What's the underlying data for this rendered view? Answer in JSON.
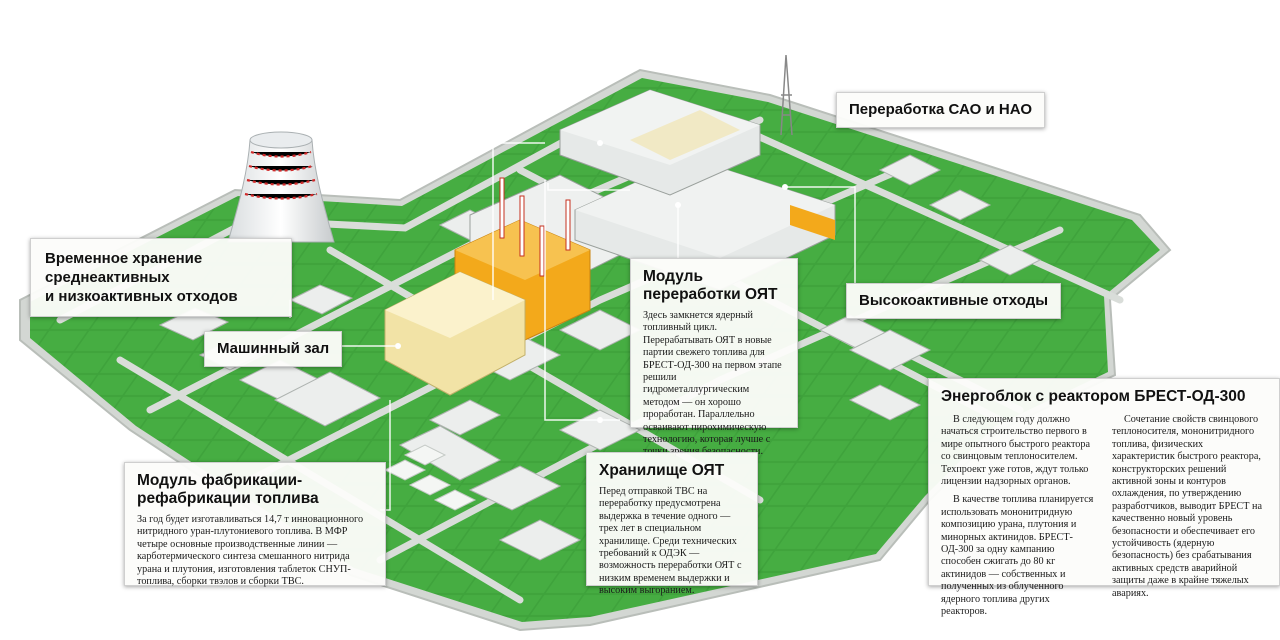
{
  "colors": {
    "grass": "#3fa33c",
    "grass_dark": "#2f8a2e",
    "road": "#c9cdc9",
    "building": "#e9ecea",
    "reactor_orange": "#f3a91b",
    "yellow_block": "#f2e3a6",
    "panel_bg": "#fcfcfa"
  },
  "labels": {
    "sao_nao": "Переработка САО и НАО",
    "temp_storage_1": "Временное хранение",
    "temp_storage_2": "среднеактивных",
    "temp_storage_3": "и низкоактивных отходов",
    "turbine_hall": "Машинный зал",
    "high_level_waste": "Высокоактивные отходы"
  },
  "module_reprocessing": {
    "title_1": "Модуль",
    "title_2": "переработки ОЯТ",
    "text": "Здесь замкнется ядерный топливный цикл. Перерабатывать ОЯТ в новые партии свежего топлива для БРЕСТ-ОД-300 на первом этапе решили гидрометаллургическим методом — он хорошо проработан. Параллельно осваивают пирохимическую технологию, которая лучше с точки зрения безопасности."
  },
  "module_fabrication": {
    "title_1": "Модуль фабрикации-",
    "title_2": "рефабрикации топлива",
    "text": "За год будет изготавливаться 14,7 т инновационного нитридного уран-плутониевого топлива. В МФР четыре основные производственные линии — карботермического синтеза смешанного нитрида урана и плутония, изготовления таблеток СНУП-топлива, сборки твэлов и сборки ТВС."
  },
  "storage": {
    "title": "Хранилище ОЯТ",
    "text": "Перед отправкой ТВС на переработку предусмотрена выдержка в течение одного — трех лет в специальном хранилище. Среди технических требований к ОДЭК — возможность переработки ОЯТ с низким временем выдержки и высоким выгоранием."
  },
  "power_unit": {
    "title": "Энергоблок с реактором БРЕСТ-ОД-300",
    "col1_p1": "В следующем году должно начаться строительство первого в мире опытного быстрого реактора со свинцовым теплоносителем. Техпроект уже готов, ждут только лицензии надзорных органов.",
    "col1_p2": "В качестве топлива планируется использовать мононитридную композицию урана, плутония и минорных актинидов. БРЕСТ-ОД-300 за одну кампанию способен сжигать до 80 кг актинидов — собственных и полученных из облученного ядерного топлива других реакторов.",
    "col2_p1": "Сочетание свойств свинцового теплоносителя, мононитридного топлива, физических характеристик быстрого реактора, конструкторских решений активной зоны и контуров охлаждения, по утверждению разработчиков, выводит БРЕСТ на качественно новый уровень безопасности и обеспечивает его устойчивость (ядерную безопасность) без срабатывания активных средств аварийной защиты даже в крайне тяжелых авариях."
  }
}
